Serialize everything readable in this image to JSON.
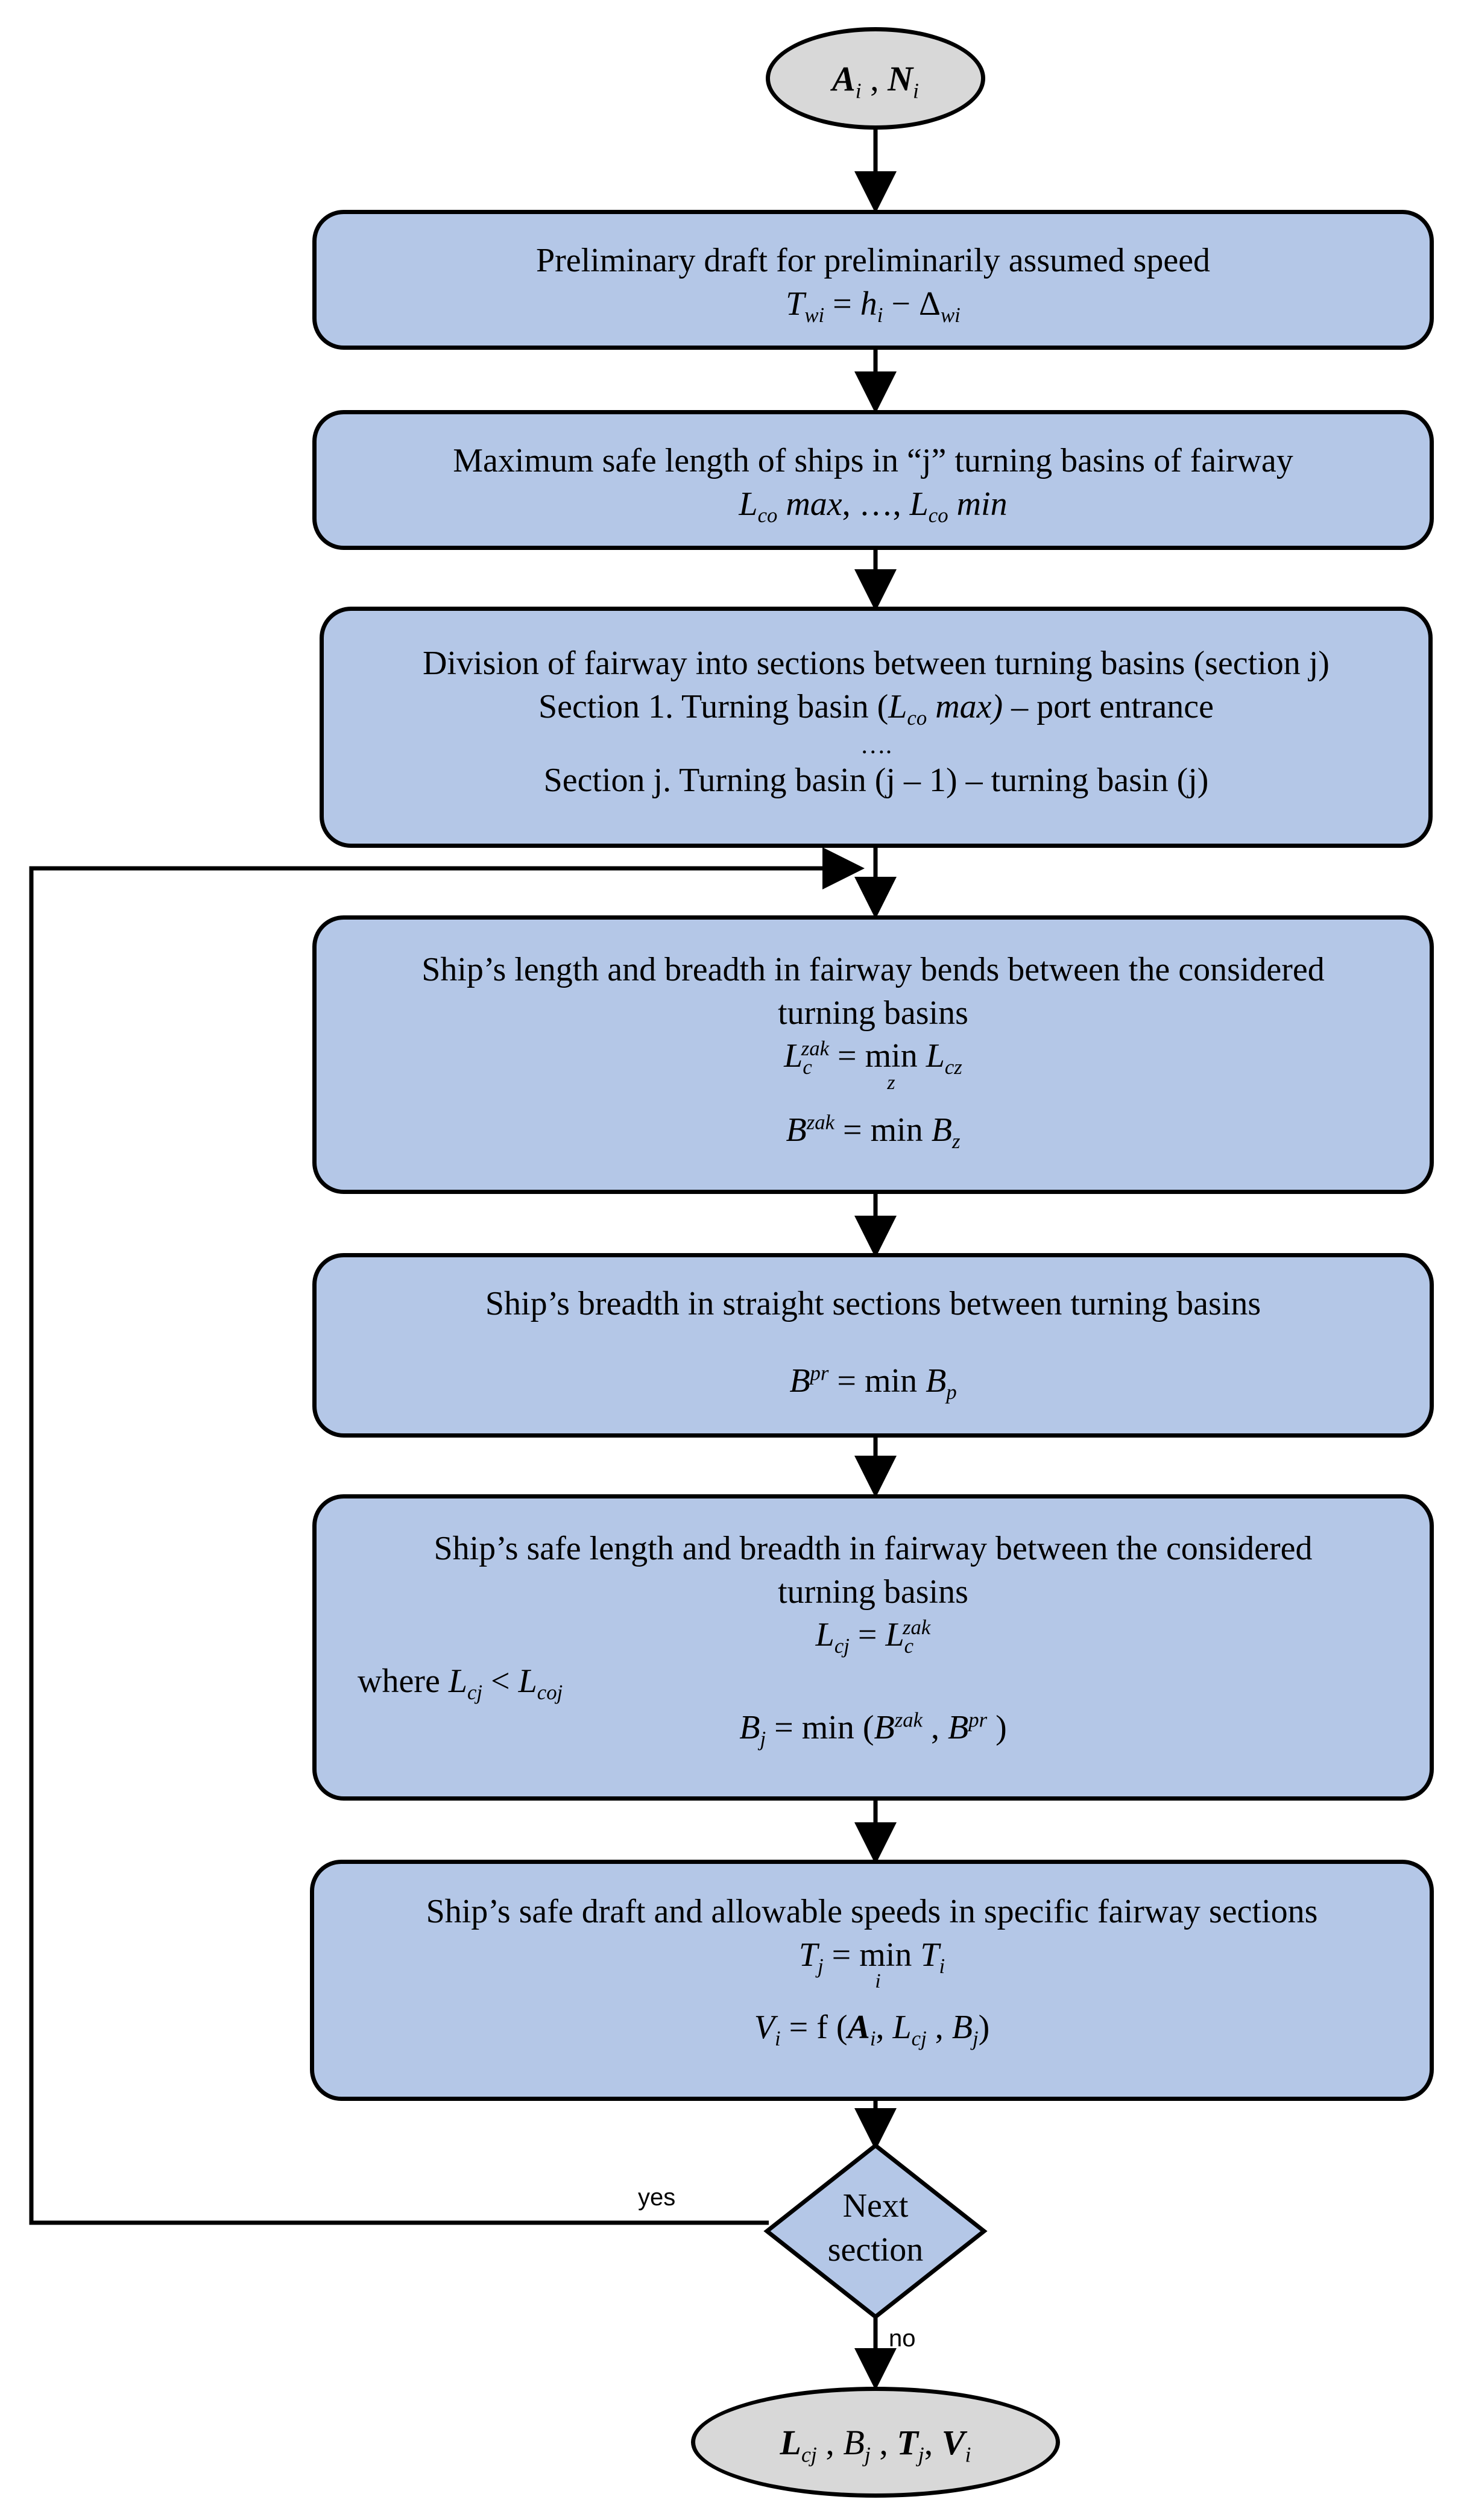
{
  "start": {
    "a": "A",
    "a_sub": "i",
    "sep": " , ",
    "n": "N",
    "n_sub": "i"
  },
  "boxes": {
    "b1": {
      "line1": "Preliminary draft for preliminarily assumed speed",
      "formula": {
        "t": "T",
        "t_sub": "wi",
        "eq": " = ",
        "h": "h",
        "h_sub": "i",
        "minus": " − ",
        "d": "Δ",
        "d_sub": "wi"
      }
    },
    "b2": {
      "line1": "Maximum safe length of ships in “j” turning basins of fairway",
      "formula": {
        "l": "L",
        "l_sub": "co",
        "max": "max",
        "mid": ", …, ",
        "l2": "L",
        "l2_sub": "co",
        "min": "min"
      }
    },
    "b3": {
      "line1": "Division of fairway  into sections between turning basins (section j)",
      "line2a": "Section 1.  Turning basin (",
      "l": "L",
      "l_sub": "co",
      "max": " max)",
      "line2b": " – port entrance",
      "line3": "….",
      "line4": "Section  j.  Turning basin (j – 1) – turning basin (j)"
    },
    "b4": {
      "line1": "Ship’s length and breadth in fairway bends between the considered",
      "line2": "turning basins",
      "f1": {
        "l": "L",
        "sub": "c",
        "sup": "zak",
        "eq": " = min ",
        "r": "L",
        "r_sub": "cz",
        "under": "z"
      },
      "f2": {
        "b": "B",
        "sup": "zak",
        "eq": " = min ",
        "r": "B",
        "r_sub": "z"
      }
    },
    "b5": {
      "line1": "Ship’s breadth in straight sections between turning basins",
      "f1": {
        "b": "B",
        "sup": "pr",
        "eq": " = min ",
        "r": "B",
        "r_sub": "p"
      }
    },
    "b6": {
      "line1": "Ship’s safe length and breadth in fairway between the considered",
      "line2": "turning basins",
      "f1": {
        "l": "L",
        "sub": "cj",
        "eq": " = ",
        "r": "L",
        "r_sub": "c",
        "r_sup": "zak"
      },
      "where": "where ",
      "w_l": "L",
      "w_sub": "cj",
      "w_lt": " < ",
      "w_r": "L",
      "w_rsub": "coj",
      "f2": {
        "b": "B",
        "sub": "j",
        "eq": " = min (",
        "b1": "B",
        "b1_sup": "zak",
        "comma": " , ",
        "b2": "B",
        "b2_sup": "pr",
        "close": " )"
      }
    },
    "b7": {
      "line1": "Ship’s safe draft and allowable speeds in specific fairway sections",
      "f1": {
        "t": "T",
        "sub": "j",
        "eq": " = min ",
        "r": "T",
        "r_sub": "i",
        "under": "i"
      },
      "f2": {
        "v": "V",
        "v_sub": "i",
        "eq": " = f (",
        "a": "A",
        "a_sub": "i",
        "c1": ", ",
        "l": "L",
        "l_sub": "cj",
        "c2": " , ",
        "b": "B",
        "b_sub": "j",
        "close": ")"
      }
    }
  },
  "decision": {
    "line1": "Next",
    "line2": "section"
  },
  "labels": {
    "yes": "yes",
    "no": "no"
  },
  "end": {
    "l": "L",
    "l_sub": "cj",
    "c1": " , ",
    "b": "B",
    "b_sub": "j",
    "c2": " , ",
    "t": "T",
    "t_sub": "j",
    "c3": ", ",
    "v": "V",
    "v_sub": "i"
  }
}
